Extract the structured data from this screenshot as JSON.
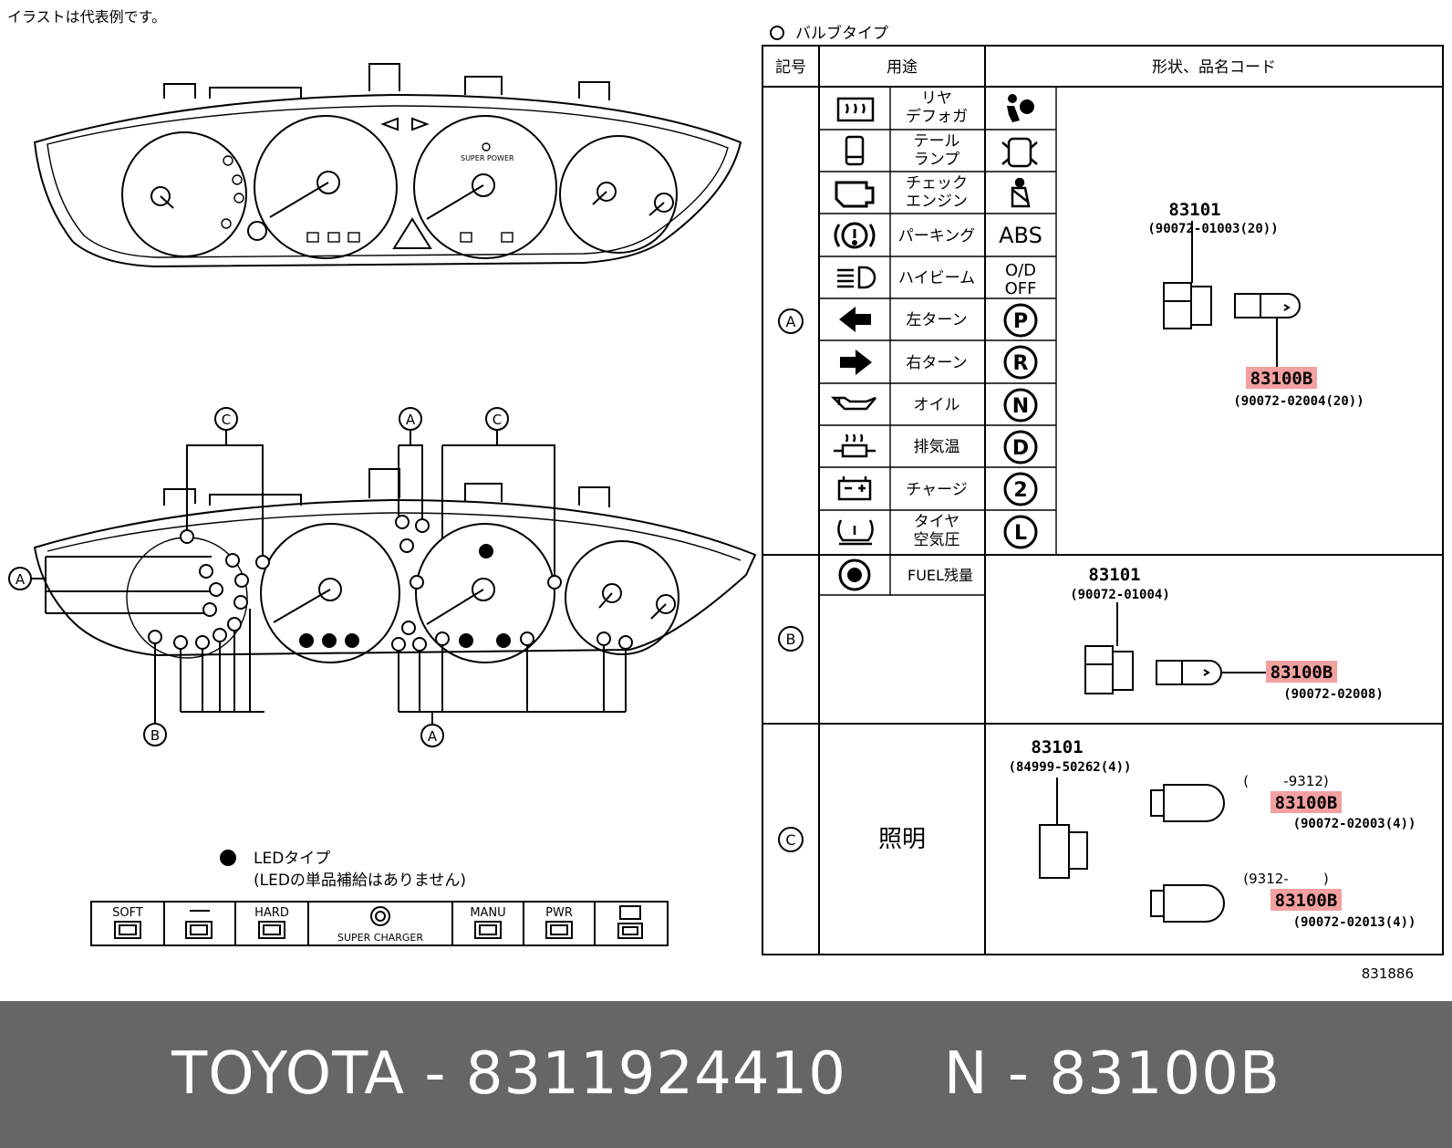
{
  "note": "イラストは代表例です。",
  "bulb_type_label": "バルブタイプ",
  "headers": {
    "symbol": "記号",
    "usage": "用途",
    "shape": "形状、品名コード"
  },
  "callouts": {
    "a": "A",
    "b": "B",
    "c": "C"
  },
  "rows_a": [
    {
      "icon": "rear-defogger-icon",
      "label1": "リヤ",
      "label2": "デフォガ",
      "right": "airbag-icon"
    },
    {
      "icon": "tail-lamp-icon",
      "label1": "テール",
      "label2": "ランプ",
      "right": "door-open-icon"
    },
    {
      "icon": "check-engine-icon",
      "label1": "チェック",
      "label2": "エンジン",
      "right": "seatbelt-icon"
    },
    {
      "icon": "parking-brake-icon",
      "label1": "パーキング",
      "label2": "",
      "right_text": "ABS"
    },
    {
      "icon": "high-beam-icon",
      "label1": "ハイビーム",
      "label2": "",
      "right_text1": "O/D",
      "right_text2": "OFF"
    },
    {
      "icon": "left-turn-icon",
      "label1": "左ターン",
      "label2": "",
      "right_letter": "P"
    },
    {
      "icon": "right-turn-icon",
      "label1": "右ターン",
      "label2": "",
      "right_letter": "R"
    },
    {
      "icon": "oil-icon",
      "label1": "オイル",
      "label2": "",
      "right_letter": "N"
    },
    {
      "icon": "exhaust-temp-icon",
      "label1": "排気温",
      "label2": "",
      "right_letter": "D"
    },
    {
      "icon": "charge-icon",
      "label1": "チャージ",
      "label2": "",
      "right_letter": "2"
    },
    {
      "icon": "tire-pressure-icon",
      "label1": "タイヤ",
      "label2": "空気圧",
      "right_letter": "L"
    }
  ],
  "row_b": {
    "icon": "fuel-warning-icon",
    "label": "FUEL残量"
  },
  "row_c": {
    "label": "照明"
  },
  "parts": {
    "a": {
      "socket": "83101",
      "socket_code": "(90072-01003(20))",
      "bulb": "83100B",
      "bulb_code": "(90072-02004(20))"
    },
    "b": {
      "socket": "83101",
      "socket_code": "(90072-01004)",
      "bulb": "83100B",
      "bulb_code": "(90072-02008)"
    },
    "c": {
      "socket": "83101",
      "socket_code": "(84999-50262(4))",
      "bulb1_range": "(        -9312)",
      "bulb1": "83100B",
      "bulb1_code": "(90072-02003(4))",
      "bulb2_range": "(9312-        )",
      "bulb2": "83100B",
      "bulb2_code": "(90072-02013(4))"
    }
  },
  "diagram_number": "831886",
  "gauge_labels": {
    "super_power": "SUPER POWER"
  },
  "led": {
    "title": "LEDタイプ",
    "note": "(LEDの単品補給はありません)"
  },
  "switches": [
    "SOFT",
    "",
    "HARD",
    "SUPER CHARGER",
    "MANU",
    "PWR",
    ""
  ],
  "footer": "TOYOTA - 8311924410     N - 83100B",
  "colors": {
    "highlight": "#f3a0a0",
    "footer_bg": "#666666"
  }
}
